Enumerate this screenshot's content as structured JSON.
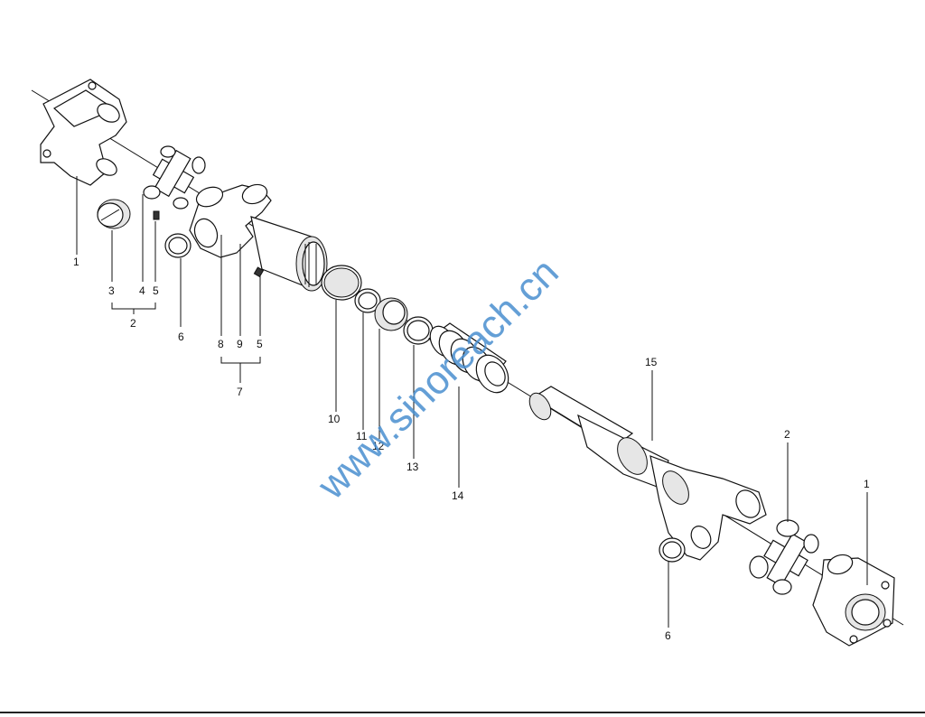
{
  "watermark": "www.sinoreach.cn",
  "callouts": {
    "c1_left": "1",
    "c3": "3",
    "c4": "4",
    "c5_left": "5",
    "c2_left": "2",
    "c6_left": "6",
    "c8": "8",
    "c9": "9",
    "c5_mid": "5",
    "c7": "7",
    "c10": "10",
    "c11": "11",
    "c12": "12",
    "c13": "13",
    "c14": "14",
    "c15": "15",
    "c2_right": "2",
    "c1_right": "1",
    "c6_right": "6"
  }
}
